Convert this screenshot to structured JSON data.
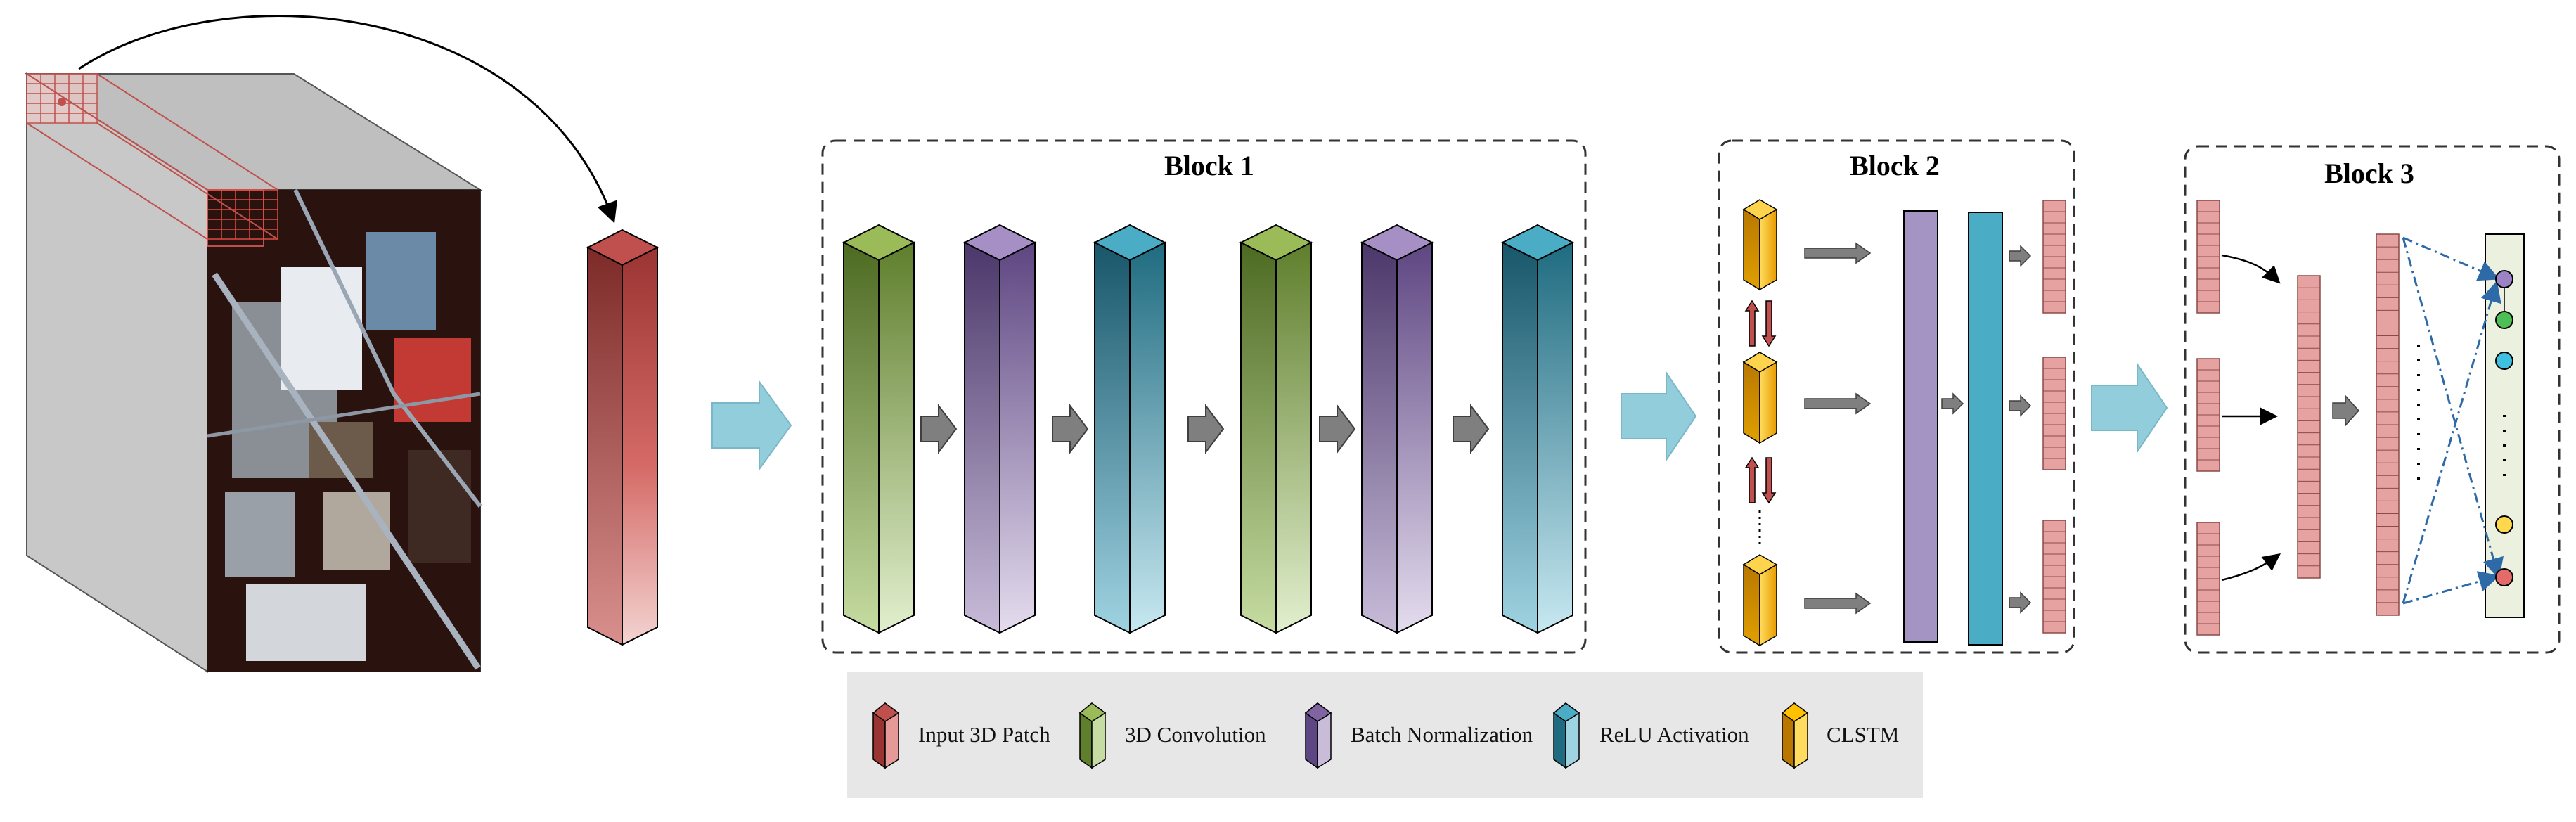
{
  "blocks": {
    "block1": {
      "title": "Block 1"
    },
    "block2": {
      "title": "Block 2"
    },
    "block3": {
      "title": "Block 3"
    }
  },
  "legend": [
    {
      "label": "Input 3D Patch",
      "color": "#c0504d",
      "icon": "input-3d-patch-icon"
    },
    {
      "label": "3D Convolution",
      "color": "#9bbb59",
      "icon": "3d-convolution-icon"
    },
    {
      "label": "Batch Normalization",
      "color": "#8064a2",
      "icon": "batch-normalization-icon"
    },
    {
      "label": "ReLU Activation",
      "color": "#4bacc6",
      "icon": "relu-activation-icon"
    },
    {
      "label": "CLSTM",
      "color": "#ffc000",
      "icon": "clstm-icon"
    }
  ],
  "colors": {
    "input_patch": "#c0504d",
    "conv": "#9bbb59",
    "batchnorm": "#8064a2",
    "relu": "#4bacc6",
    "clstm": "#ffc000",
    "flow_arrow": "#92cddc",
    "feature_vector": "#e6a2a0",
    "legend_bg": "#e7e7e7"
  }
}
